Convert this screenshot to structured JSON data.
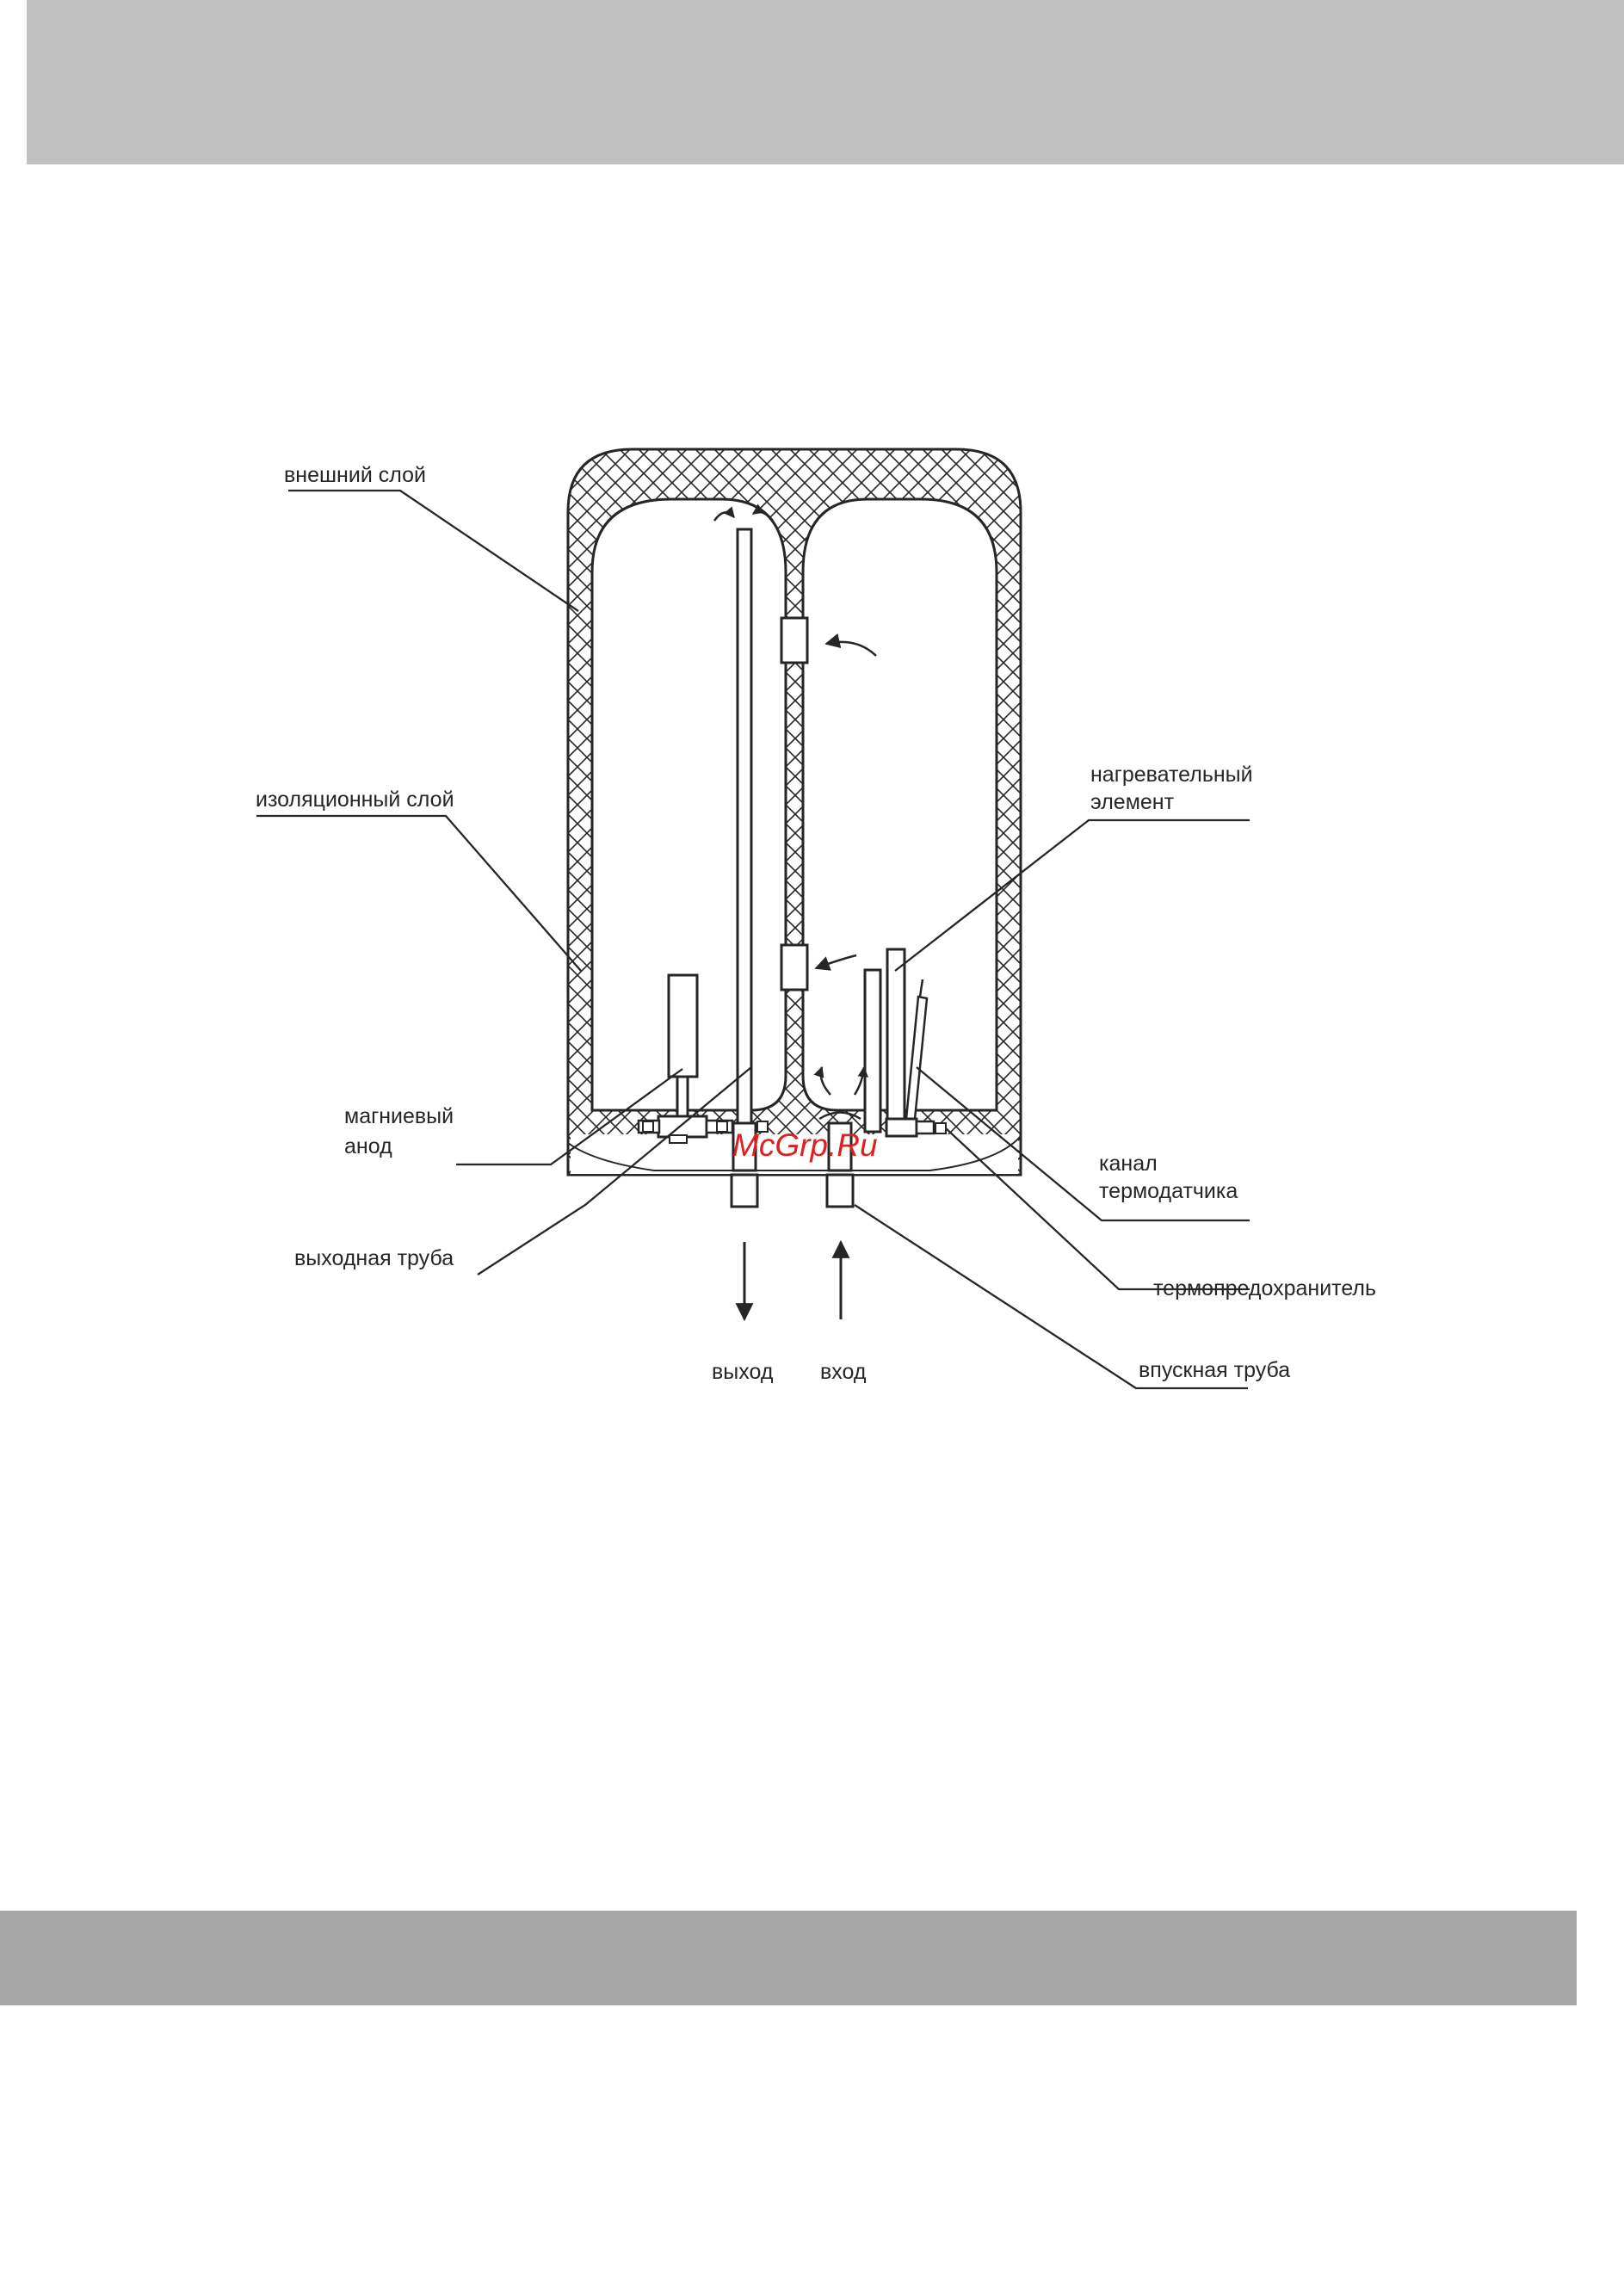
{
  "labels": {
    "outer_layer": "внешний слой",
    "insulation_layer": "изоляционный слой",
    "heating_element_1": "нагревательный",
    "heating_element_2": "элемент",
    "magnesium_anode_1": "магниевый",
    "magnesium_anode_2": "анод",
    "outlet_pipe": "выходная труба",
    "sensor_channel_1": "канал",
    "sensor_channel_2": "термодатчика",
    "thermal_fuse": "термопредохранитель",
    "inlet_pipe": "впускная труба",
    "outlet": "выход",
    "inlet": "вход"
  },
  "watermark": "McGrp.Ru",
  "colors": {
    "top_band": "#c0c0c0",
    "bottom_band": "#a6a6a6",
    "line": "#262626",
    "watermark": "#e02020"
  }
}
